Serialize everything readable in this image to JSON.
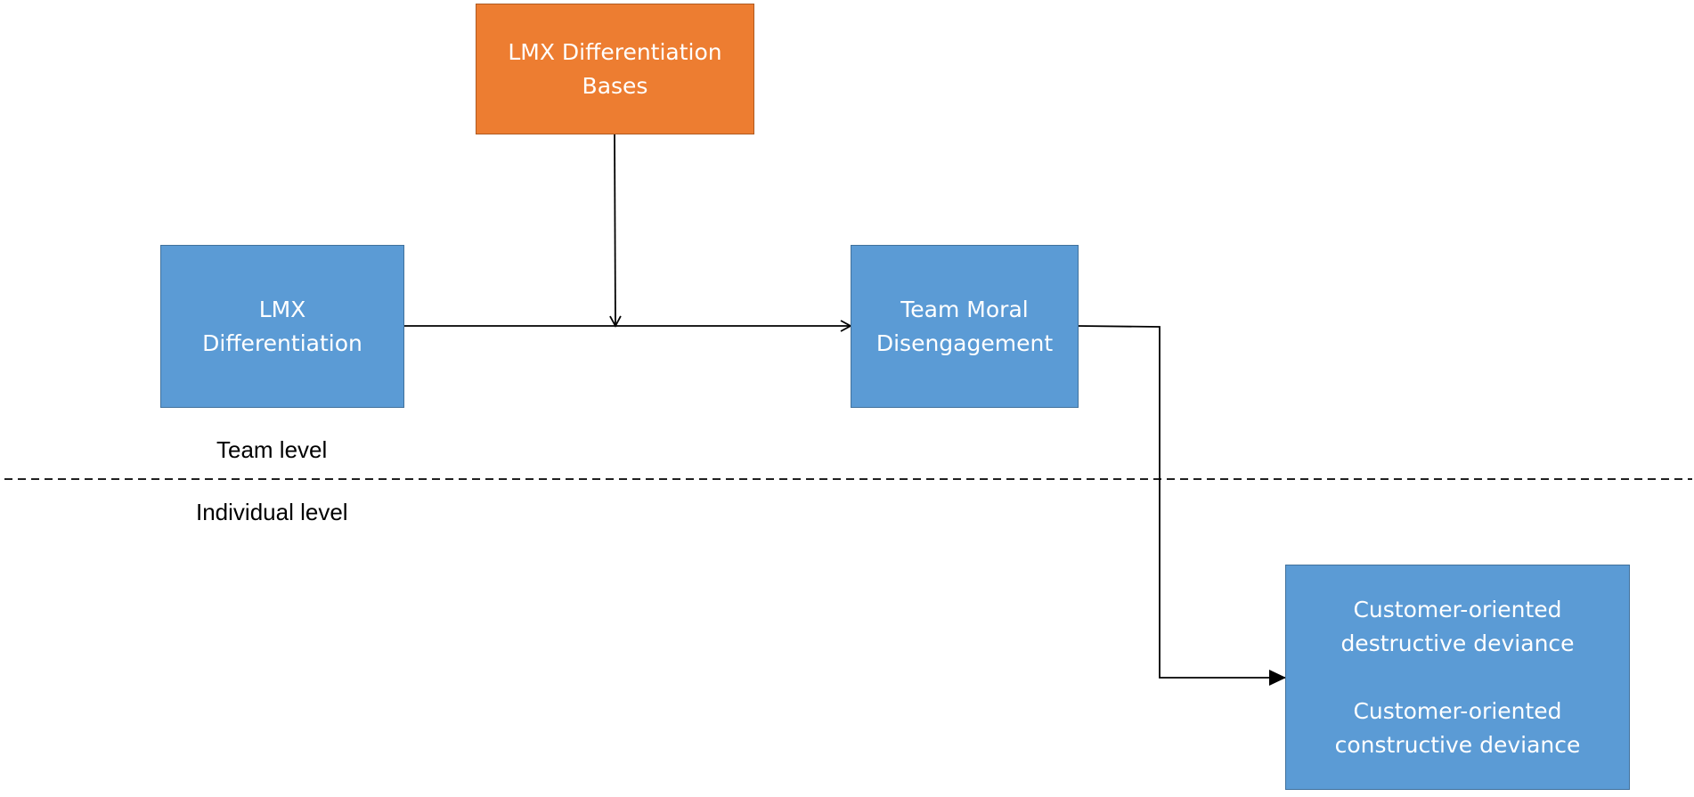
{
  "nodes": {
    "bases": {
      "lines": [
        "LMX Differentiation",
        "Bases"
      ],
      "color": "#ed7d31"
    },
    "lmx": {
      "lines": [
        "LMX",
        "Differentiation"
      ],
      "color": "#5b9bd5"
    },
    "tmd": {
      "lines": [
        "Team Moral",
        "Disengagement"
      ],
      "color": "#5b9bd5"
    },
    "outcomes": {
      "lines": [
        "Customer-oriented",
        "destructive deviance",
        "Customer-oriented",
        "constructive deviance"
      ],
      "color": "#5b9bd5"
    }
  },
  "levels": {
    "team": "Team level",
    "individual": "Individual level"
  }
}
